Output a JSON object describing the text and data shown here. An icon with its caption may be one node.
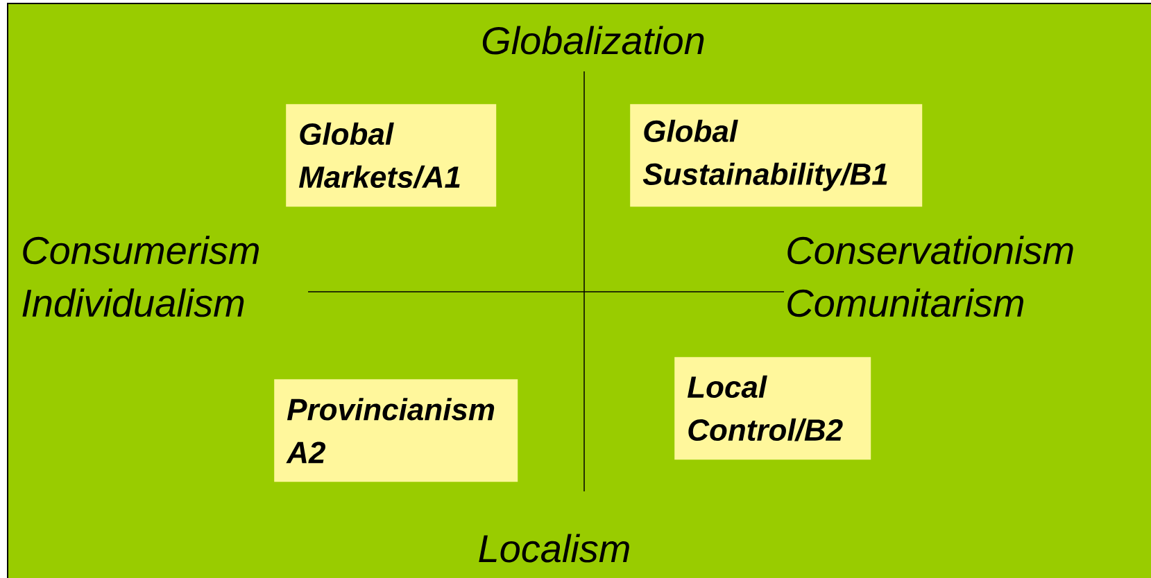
{
  "diagram": {
    "nodes": [
      {
        "text": [
          "Global Markets/A1"
        ]
      },
      {
        "text": [
          "Global Sustainability/B1"
        ]
      },
      {
        "text": [
          "Provincianism A2"
        ]
      },
      {
        "text": [
          "Local Control/B2"
        ]
      }
    ],
    "labels": [
      "Globalization",
      "Consumerism Individualism",
      "Conservationism Comunitarism",
      "Localism"
    ]
  }
}
